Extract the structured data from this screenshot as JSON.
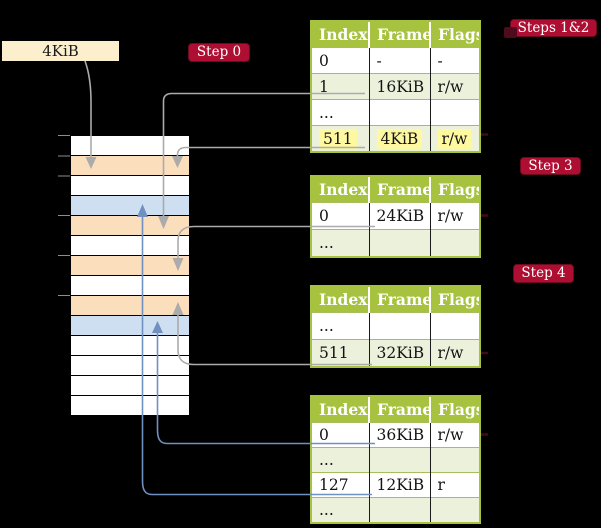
{
  "frame_box_label": "4KiB",
  "badges": {
    "step0": "Step 0",
    "steps12": "Steps 1&2",
    "step3": "Step 3",
    "step4": "Step 4"
  },
  "memory_rows": [
    "white",
    "orange",
    "white",
    "blue",
    "orange",
    "white",
    "orange",
    "white",
    "orange",
    "blue",
    "white",
    "white",
    "white",
    "white"
  ],
  "tables": [
    {
      "name": "page-table-1",
      "headers": [
        "Index",
        "Frame",
        "Flags"
      ],
      "rows": [
        [
          "0",
          "-",
          "-"
        ],
        [
          "1",
          "16KiB",
          "r/w"
        ],
        [
          "...",
          "",
          ""
        ],
        [
          "511",
          "4KiB",
          "r/w"
        ]
      ]
    },
    {
      "name": "page-table-2",
      "headers": [
        "Index",
        "Frame",
        "Flags"
      ],
      "rows": [
        [
          "0",
          "24KiB",
          "r/w"
        ],
        [
          "...",
          "",
          ""
        ]
      ]
    },
    {
      "name": "page-table-3",
      "headers": [
        "Index",
        "Frame",
        "Flags"
      ],
      "rows": [
        [
          "...",
          "",
          ""
        ],
        [
          "511",
          "32KiB",
          "r/w"
        ]
      ]
    },
    {
      "name": "page-table-4",
      "headers": [
        "Index",
        "Frame",
        "Flags"
      ],
      "rows": [
        [
          "0",
          "36KiB",
          "r/w"
        ],
        [
          "...",
          "",
          ""
        ],
        [
          "127",
          "12KiB",
          "r"
        ],
        [
          "...",
          "",
          ""
        ]
      ]
    }
  ],
  "colors": {
    "background": "#000000",
    "table_header_olive": "#A6C23E",
    "table_row_green": "#ECF1DC",
    "highlight_yellow": "#FEF9A1",
    "badge_crimson": "#AE0E31",
    "frame_box_cream": "#FBEFCD",
    "memory_orange": "#FBDEBB",
    "memory_blue": "#CEDFF1",
    "arrow_gray": "#ABABAB",
    "arrow_blue": "#7090C2"
  }
}
